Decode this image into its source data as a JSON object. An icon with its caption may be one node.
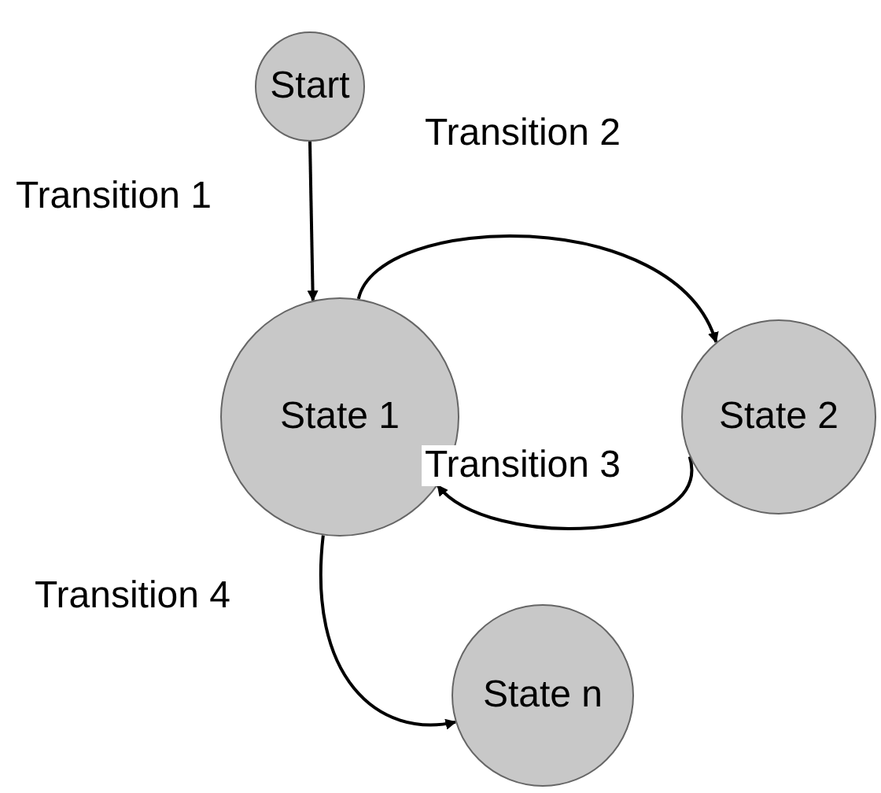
{
  "diagram": {
    "nodes": [
      {
        "text": [
          "Start"
        ]
      },
      {
        "text": [
          "State 1"
        ]
      },
      {
        "text": [
          "State 2"
        ]
      },
      {
        "text": [
          "State n"
        ]
      }
    ],
    "edges": [
      {
        "from": 0,
        "to": 1,
        "arrow": "to",
        "label": "Transition 1"
      },
      {
        "from": 1,
        "to": 2,
        "arrow": "to",
        "label": "Transition 2"
      },
      {
        "from": 2,
        "to": 1,
        "arrow": "to",
        "label": "Transition 3"
      },
      {
        "from": 1,
        "to": 3,
        "arrow": "to",
        "label": "Transition 4"
      }
    ]
  }
}
